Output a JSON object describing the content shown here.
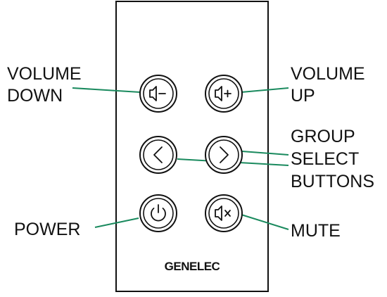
{
  "brand": "GENELEC",
  "leader_color": "#1a8a5e",
  "labels": {
    "volume_down": [
      "VOLUME",
      "DOWN"
    ],
    "volume_up": [
      "VOLUME",
      "UP"
    ],
    "group_select": [
      "GROUP",
      "SELECT",
      "BUTTONS"
    ],
    "power": "POWER",
    "mute": "MUTE"
  },
  "buttons": {
    "volume_down": "speaker-minus-icon",
    "volume_up": "speaker-plus-icon",
    "group_prev": "chevron-left-icon",
    "group_next": "chevron-right-icon",
    "power": "power-icon",
    "mute": "speaker-mute-icon"
  }
}
